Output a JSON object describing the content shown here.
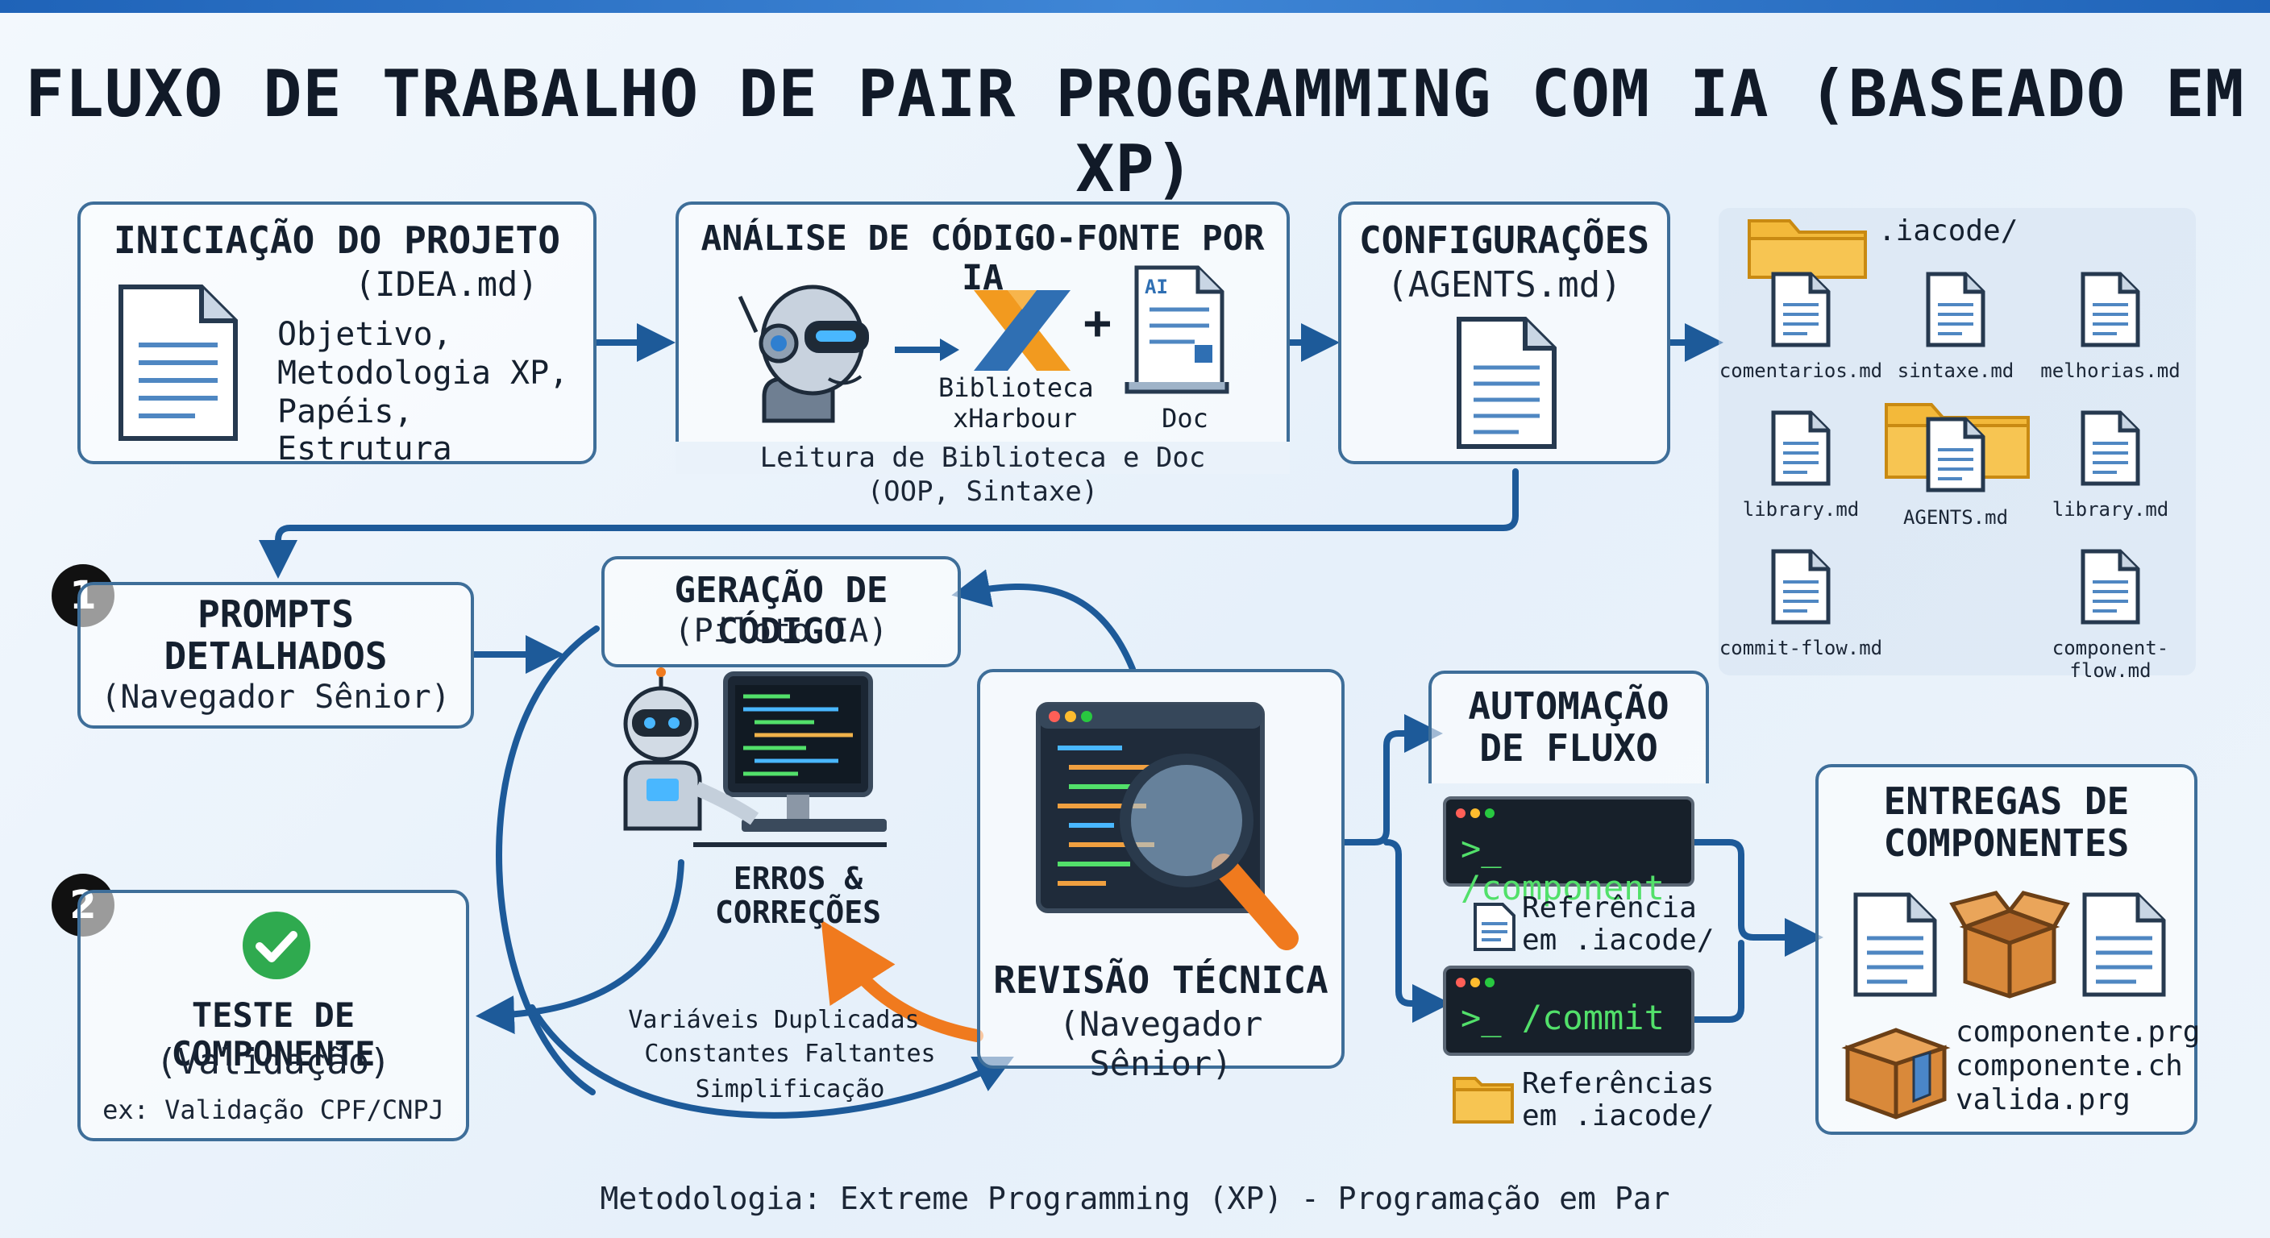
{
  "title": "FLUXO DE TRABALHO DE PAIR PROGRAMMING COM IA (BASEADO EM XP)",
  "iniciacao": {
    "title": "INICIAÇÃO DO PROJETO",
    "subtitle": "(IDEA.md)",
    "lines": [
      "Objetivo,",
      "Metodologia XP,",
      "Papéis, Estrutura"
    ]
  },
  "analise": {
    "title": "ANÁLISE DE CÓDIGO-FONTE POR IA",
    "lib_line1": "Biblioteca",
    "lib_line2": "xHarbour",
    "doc_label": "Doc",
    "ai_tag": "AI",
    "caption1": "Leitura de Biblioteca e Doc",
    "caption2": "(OOP, Sintaxe)"
  },
  "config": {
    "title": "CONFIGURAÇÕES",
    "subtitle": "(AGENTS.md)"
  },
  "iacode": {
    "folder": ".iacode/",
    "files": [
      "comentarios.md",
      "sintaxe.md",
      "melhorias.md",
      "library.md",
      "AGENTS.md",
      "library.md",
      "commit-flow.md",
      "component-flow.md"
    ]
  },
  "prompts": {
    "badge": "1",
    "line1": "PROMPTS",
    "line2": "DETALHADOS",
    "subtitle": "(Navegador Sênior)"
  },
  "geracao": {
    "title": "GERAÇÃO DE CÓDIGO",
    "subtitle": "(Piloto IA)"
  },
  "erros": {
    "line1": "ERROS &",
    "line2": "CORREÇÕES"
  },
  "issues": [
    "Variáveis Duplicadas",
    "Constantes Faltantes",
    "Simplificação"
  ],
  "teste": {
    "badge": "2",
    "title": "TESTE DE COMPONENTE",
    "subtitle": "(Validação)",
    "example": "ex: Validação CPF/CNPJ"
  },
  "revisao": {
    "title": "REVISÃO TÉCNICA",
    "subtitle": "(Navegador Sênior)"
  },
  "automacao": {
    "line1": "AUTOMAÇÃO",
    "line2": "DE FLUXO",
    "cmd1": ">_ /component",
    "ref1_line1": "Referência",
    "ref1_line2": "em .iacode/",
    "cmd2": ">_ /commit",
    "ref2_line1": "Referências",
    "ref2_line2": "em .iacode/"
  },
  "entregas": {
    "line1": "ENTREGAS DE",
    "line2": "COMPONENTES",
    "files": [
      "componente.prg",
      "componente.ch",
      "valida.prg"
    ]
  },
  "footer": "Metodologia: Extreme Programming (XP) - Programação em Par",
  "colors": {
    "frame": "#3e6e99",
    "arrow": "#1d5a99",
    "accent_orange": "#f07a1e",
    "check_green": "#2faa4f",
    "folder": "#f3b93a"
  }
}
